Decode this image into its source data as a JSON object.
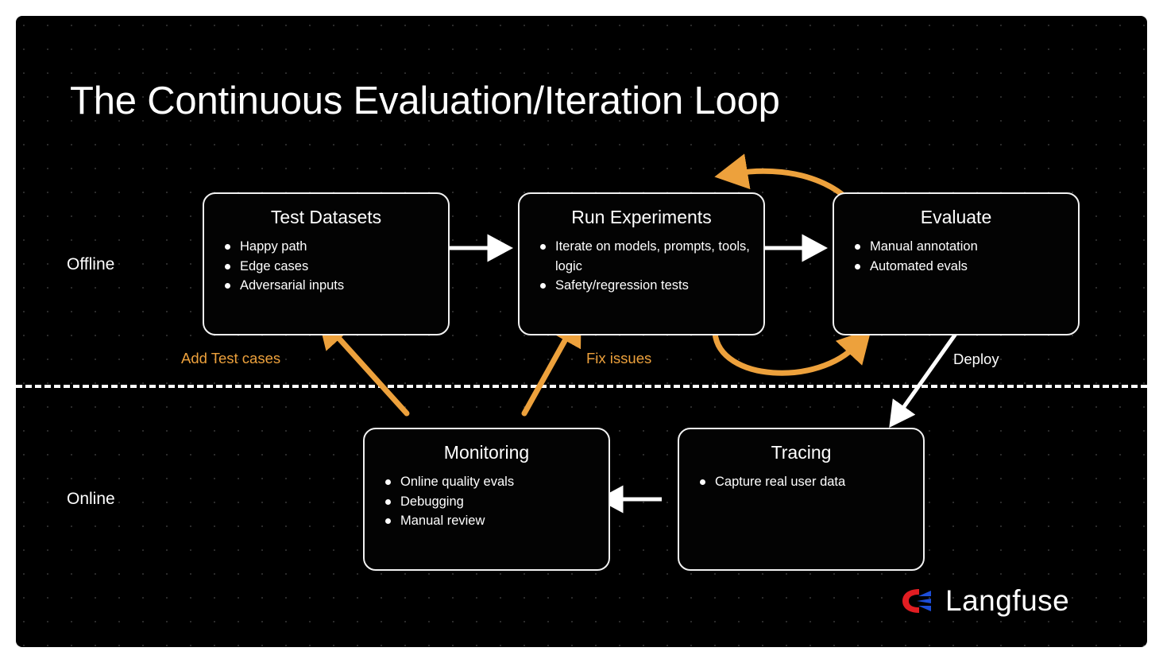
{
  "title": "The Continuous Evaluation/Iteration Loop",
  "lanes": [
    {
      "id": "offline",
      "label": "Offline"
    },
    {
      "id": "online",
      "label": "Online"
    }
  ],
  "nodes": [
    {
      "id": "test-datasets",
      "title": "Test Datasets",
      "bullets": [
        "Happy path",
        "Edge cases",
        "Adversarial inputs"
      ]
    },
    {
      "id": "run-experiments",
      "title": "Run Experiments",
      "bullets": [
        "Iterate on models, prompts, tools, logic",
        "Safety/regression tests"
      ]
    },
    {
      "id": "evaluate",
      "title": "Evaluate",
      "bullets": [
        "Manual annotation",
        "Automated evals"
      ]
    },
    {
      "id": "monitoring",
      "title": "Monitoring",
      "bullets": [
        "Online quality evals",
        "Debugging",
        "Manual review"
      ]
    },
    {
      "id": "tracing",
      "title": "Tracing",
      "bullets": [
        "Capture real user data"
      ]
    }
  ],
  "edge_labels": {
    "add_test_cases": "Add Test cases",
    "fix_issues": "Fix issues",
    "deploy": "Deploy"
  },
  "colors": {
    "canvas_background": "#000000",
    "page_background": "#ffffff",
    "node_border": "#f2f2f2",
    "text": "#ffffff",
    "accent_orange": "#eda13c",
    "grid_dot": "#2b2b2b",
    "logo_red": "#e11d22",
    "logo_blue": "#1d4ed8"
  },
  "brand": {
    "name": "Langfuse"
  }
}
